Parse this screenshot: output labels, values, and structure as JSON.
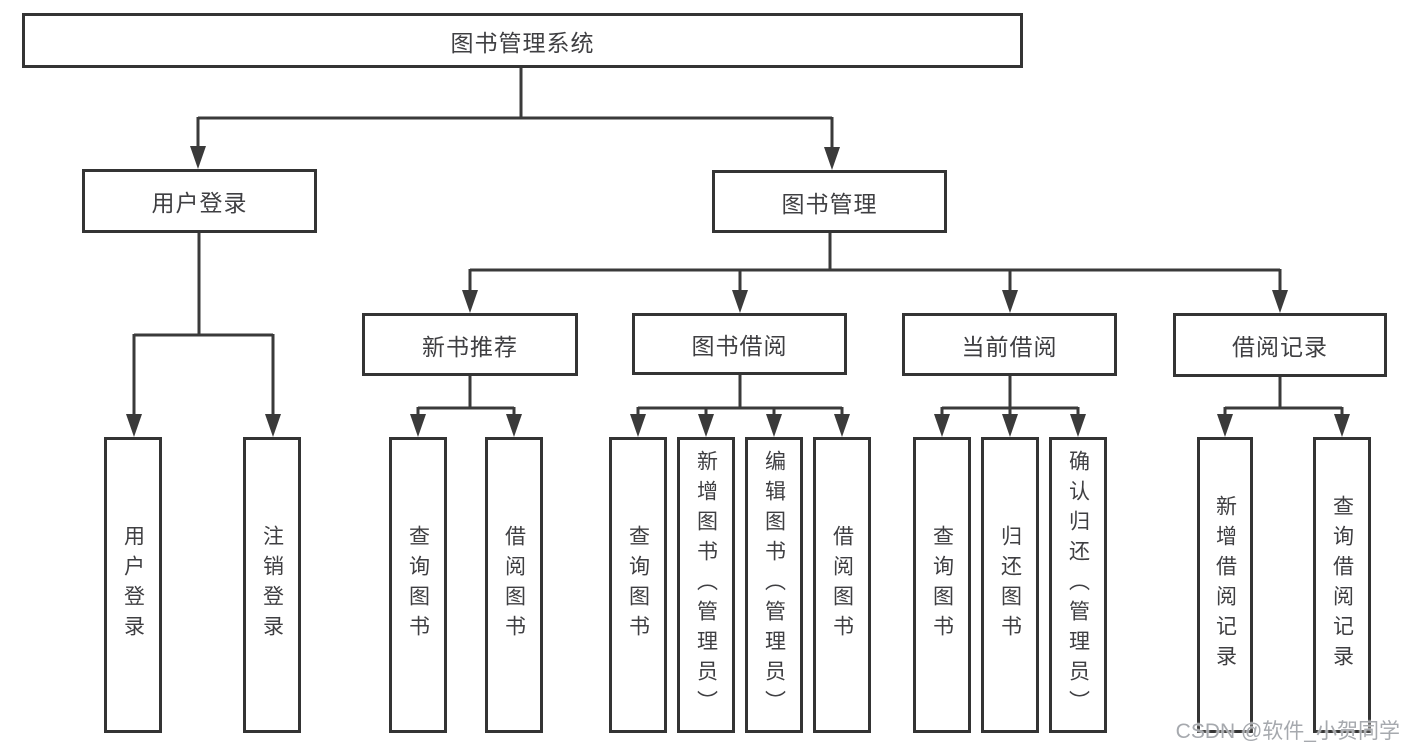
{
  "diagram": {
    "title": "图书管理系统",
    "colors": {
      "line": "#3a3a3a",
      "border": "#343434",
      "text": "#3f3f42",
      "watermark": "#a6a9ae",
      "background": "#ffffff"
    },
    "tree": {
      "label": "图书管理系统",
      "children": [
        {
          "label": "用户登录",
          "children": [
            {
              "label": "用户登录"
            },
            {
              "label": "注销登录"
            }
          ]
        },
        {
          "label": "图书管理",
          "children": [
            {
              "label": "新书推荐",
              "children": [
                {
                  "label": "查询图书"
                },
                {
                  "label": "借阅图书"
                }
              ]
            },
            {
              "label": "图书借阅",
              "children": [
                {
                  "label": "查询图书"
                },
                {
                  "label": "新增图书（管理员）"
                },
                {
                  "label": "编辑图书（管理员）"
                },
                {
                  "label": "借阅图书"
                }
              ]
            },
            {
              "label": "当前借阅",
              "children": [
                {
                  "label": "查询图书"
                },
                {
                  "label": "归还图书"
                },
                {
                  "label": "确认归还（管理员）"
                }
              ]
            },
            {
              "label": "借阅记录",
              "children": [
                {
                  "label": "新增借阅记录"
                },
                {
                  "label": "查询借阅记录"
                }
              ]
            }
          ]
        }
      ]
    },
    "watermark": {
      "text": "CSDN @软件_小贺同学"
    }
  }
}
